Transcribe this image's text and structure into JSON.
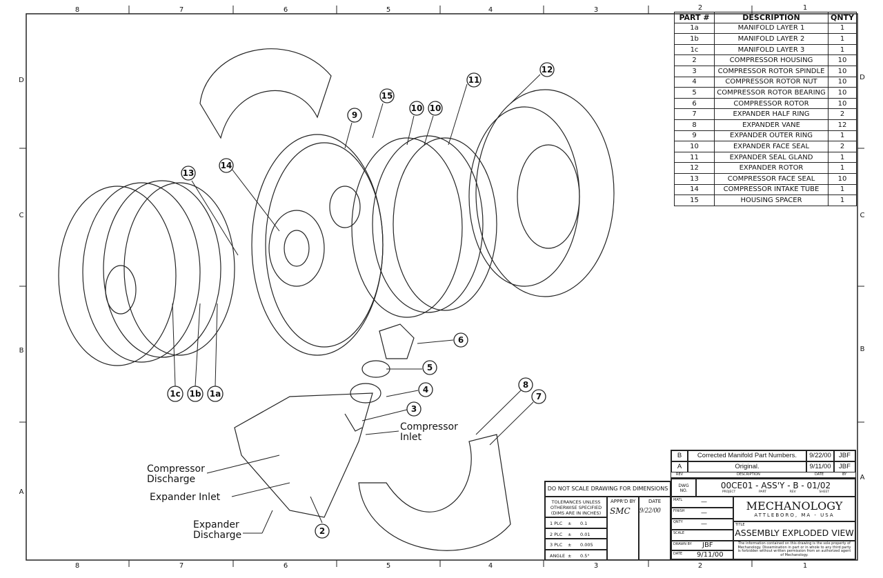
{
  "zones": {
    "columns": [
      "8",
      "7",
      "6",
      "5",
      "4",
      "3",
      "2",
      "1"
    ],
    "rows": [
      "D",
      "C",
      "B",
      "A"
    ]
  },
  "balloons": {
    "b12": "12",
    "b11": "11",
    "b15": "15",
    "b10a": "10",
    "b10b": "10",
    "b9": "9",
    "b14": "14",
    "b13": "13",
    "b6": "6",
    "b5": "5",
    "b4": "4",
    "b3": "3",
    "b8": "8",
    "b7": "7",
    "b2": "2",
    "b1c": "1c",
    "b1b": "1b",
    "b1a": "1a"
  },
  "callouts": {
    "compressor_inlet": [
      "Compressor",
      "Inlet"
    ],
    "compressor_discharge": [
      "Compressor",
      "Discharge"
    ],
    "expander_inlet": "Expander Inlet",
    "expander_discharge": [
      "Expander",
      "Discharge"
    ]
  },
  "bom": {
    "headers": [
      "PART #",
      "DESCRIPTION",
      "QNTY"
    ],
    "rows": [
      [
        "1a",
        "MANIFOLD LAYER 1",
        "1"
      ],
      [
        "1b",
        "MANIFOLD LAYER 2",
        "1"
      ],
      [
        "1c",
        "MANIFOLD LAYER 3",
        "1"
      ],
      [
        "2",
        "COMPRESSOR HOUSING",
        "10"
      ],
      [
        "3",
        "COMPRESSOR ROTOR SPINDLE",
        "10"
      ],
      [
        "4",
        "COMPRESSOR ROTOR NUT",
        "10"
      ],
      [
        "5",
        "COMPRESSOR ROTOR BEARING",
        "10"
      ],
      [
        "6",
        "COMPRESSOR ROTOR",
        "10"
      ],
      [
        "7",
        "EXPANDER HALF RING",
        "2"
      ],
      [
        "8",
        "EXPANDER VANE",
        "12"
      ],
      [
        "9",
        "EXPANDER OUTER RING",
        "1"
      ],
      [
        "10",
        "EXPANDER FACE SEAL",
        "2"
      ],
      [
        "11",
        "EXPANDER SEAL GLAND",
        "1"
      ],
      [
        "12",
        "EXPANDER ROTOR",
        "1"
      ],
      [
        "13",
        "COMPRESSOR FACE SEAL",
        "10"
      ],
      [
        "14",
        "COMPRESSOR INTAKE TUBE",
        "1"
      ],
      [
        "15",
        "HOUSING SPACER",
        "1"
      ]
    ]
  },
  "revisions": {
    "rows": [
      {
        "rev": "B",
        "description": "Corrected Manifold Part Numbers.",
        "date": "9/22/00",
        "by": "JBF"
      },
      {
        "rev": "A",
        "description": "Original.",
        "date": "9/11/00",
        "by": "JBF"
      }
    ],
    "headers": {
      "rev": "REV",
      "description": "DESCRIPTION",
      "date": "DATE",
      "by": "BY"
    }
  },
  "tolerances": {
    "notice": "DO NOT SCALE DRAWING FOR DIMENSIONS",
    "heading": [
      "TOLERANCES UNLESS",
      "OTHERWISE SPECIFIED",
      "(DIMS ARE IN INCHES)"
    ],
    "apprd_label": "APPR'D BY",
    "date_label": "DATE",
    "apprd_value": "SMC",
    "date_value": "9/22/00",
    "rows": [
      {
        "label": "1 PLC",
        "pm": "±",
        "value": "0.1"
      },
      {
        "label": "2 PLC",
        "pm": "±",
        "value": "0.01"
      },
      {
        "label": "3 PLC",
        "pm": "±",
        "value": "0.005"
      },
      {
        "label": "ANGLE",
        "pm": "±",
        "value": "0.5°"
      }
    ]
  },
  "title_block": {
    "dwg_no_label": [
      "DWG",
      "NO."
    ],
    "dwg_no": "00CE01 - ASS'Y - B - 01/02",
    "dwg_parts": [
      "PROJECT",
      "PART",
      "REV",
      "SHEET"
    ],
    "matl_label": "MATL",
    "matl": "—",
    "finish_label": "FINISH",
    "finish": "—",
    "qnty_label": "QNTY",
    "qnty": "—",
    "scale_label": "SCALE",
    "drawn_by_label": "DRAWN BY",
    "drawn_by": "JBF",
    "date_label": "DATE",
    "date": "9/11/00",
    "company": "MECHANOLOGY",
    "location": "ATTLEBORO, MA - USA",
    "title_label": "TITLE",
    "title": "ASSEMBLY EXPLODED VIEW",
    "notice": "The information contained on this drawing is the sole property of Mechanology. Dissemination in part or in whole to any third party is forbidden without written permission from an authorized agent of Mechanology."
  }
}
